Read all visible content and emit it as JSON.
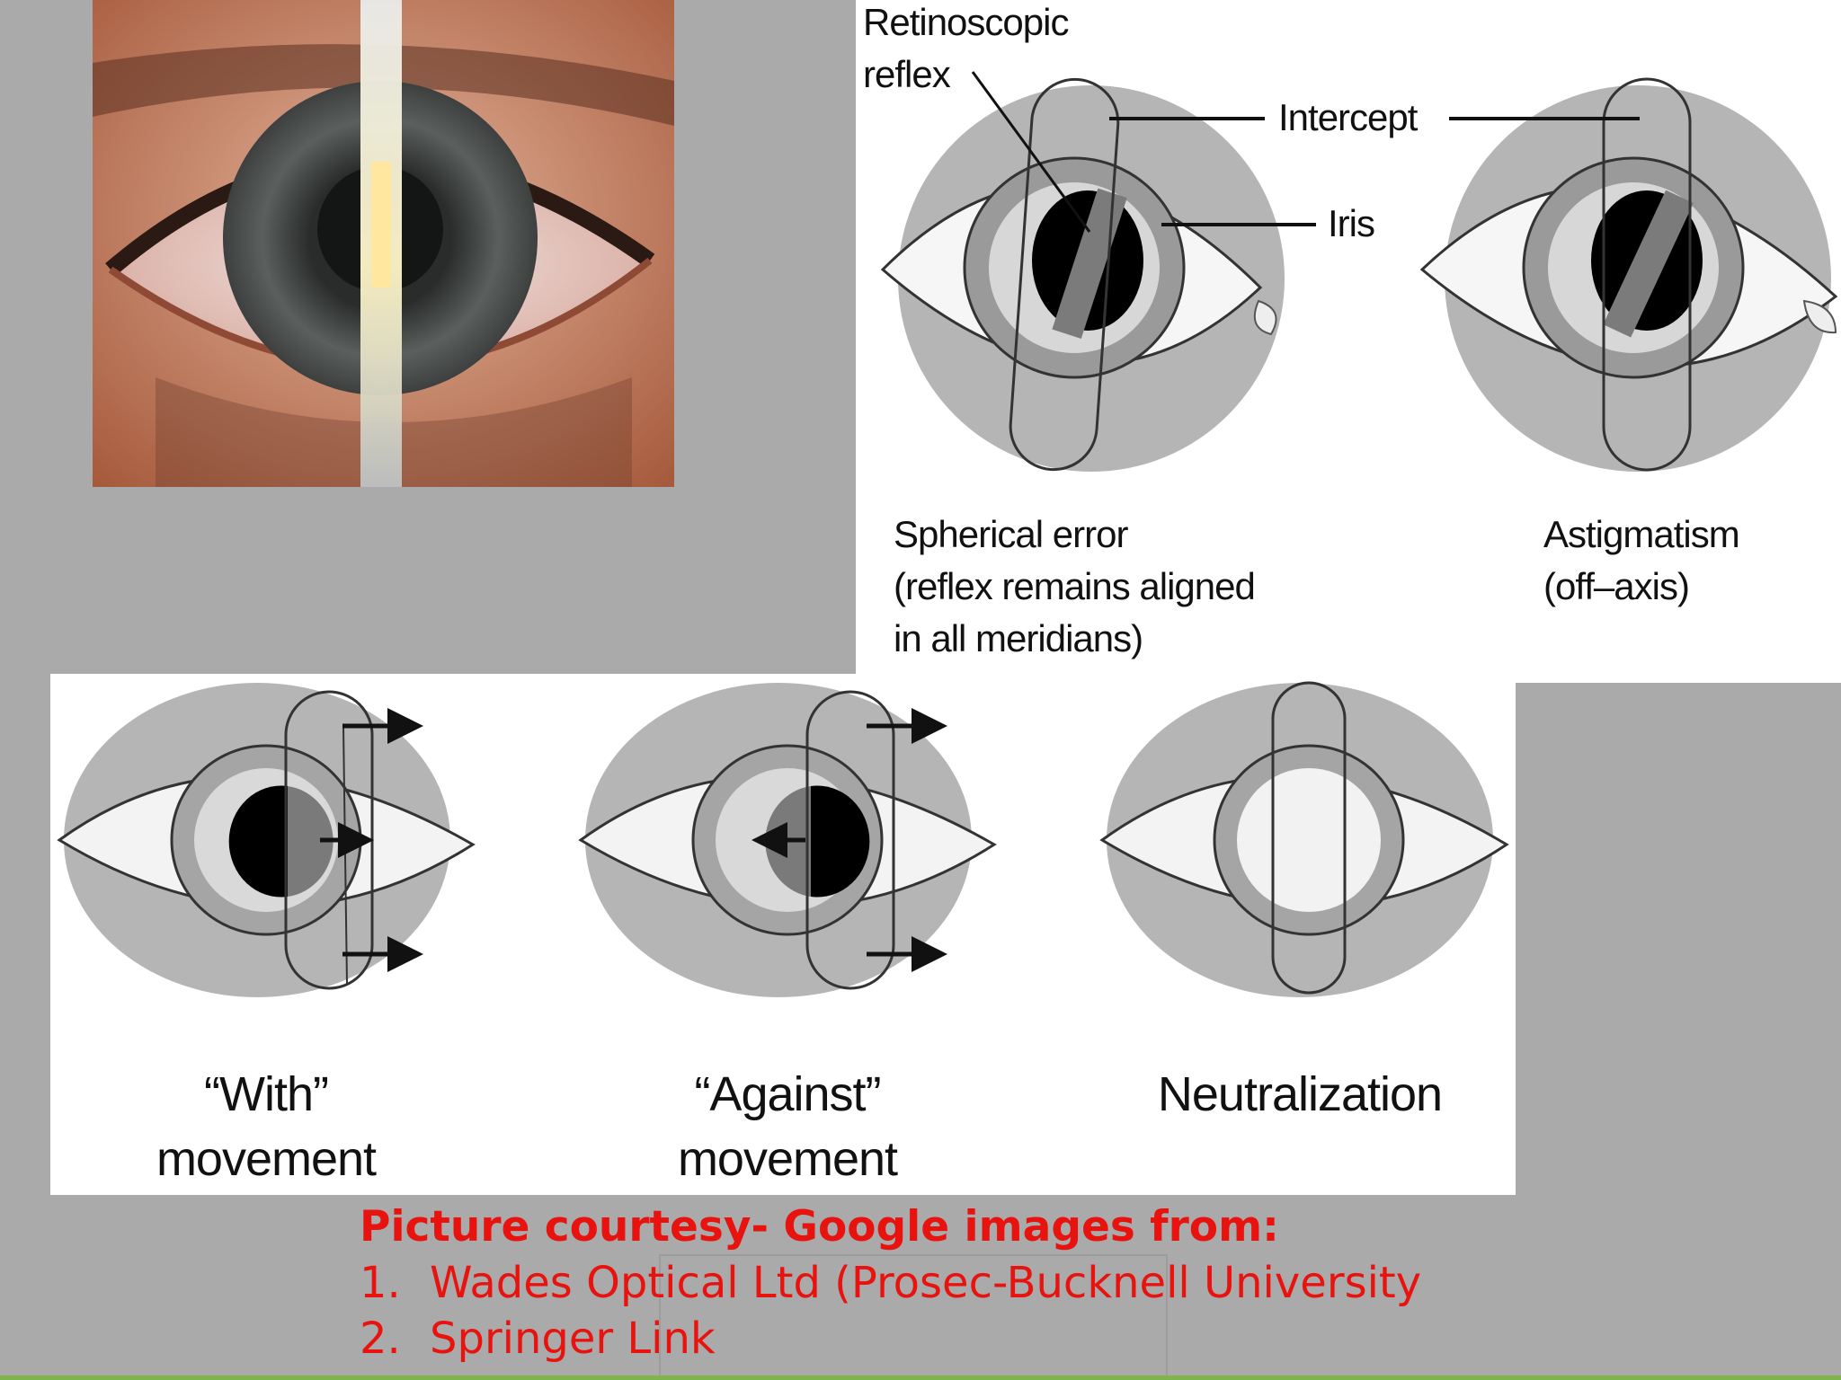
{
  "top_diagram": {
    "retinoscopic_reflex": [
      "Retinoscopic",
      "reflex"
    ],
    "intercept": "Intercept",
    "iris": "Iris",
    "spherical_error": [
      "Spherical error",
      "(reflex remains aligned",
      "in all meridians)"
    ],
    "astigmatism": [
      "Astigmatism",
      "(off–axis)"
    ]
  },
  "bottom_diagram": {
    "with_movement": [
      "“With”",
      "movement"
    ],
    "against_movement": [
      "“Against”",
      "movement"
    ],
    "neutralization": "Neutralization"
  },
  "caption": {
    "title": "Picture courtesy- Google images from:",
    "sources": [
      {
        "number": "1.",
        "text": "Wades Optical Ltd (Prosec-Bucknell University"
      },
      {
        "number": "2.",
        "text": "Springer Link"
      }
    ]
  },
  "colors": {
    "background": "#a9aaa9",
    "caption_red": "#e8120f",
    "footer_green": "#7fb44a"
  }
}
